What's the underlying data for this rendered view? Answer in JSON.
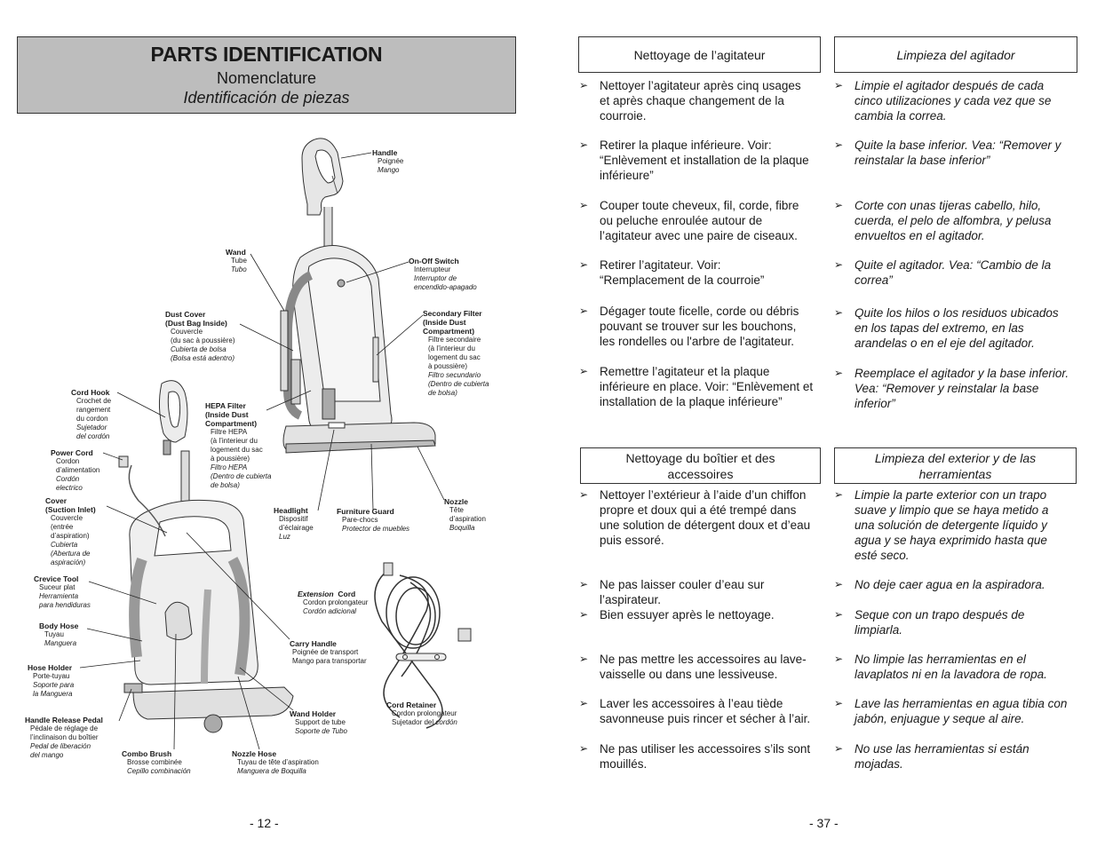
{
  "left_page": {
    "title": "PARTS IDENTIFICATION",
    "subtitle_fr": "Nomenclature",
    "subtitle_es": "Identificación de piezas",
    "page_number": "- 12 -"
  },
  "labels": {
    "handle": {
      "t": "Handle",
      "fr": "Poignée",
      "es": "Mango"
    },
    "wand": {
      "t": "Wand",
      "fr": "Tube",
      "es": "Tubo"
    },
    "onoff": {
      "t": "On-Off Switch",
      "fr": "Interrupteur",
      "es1": "Interruptor de",
      "es2": "encendido-apagado"
    },
    "dust_cover": {
      "t1": "Dust Cover",
      "t2": "(Dust Bag Inside)",
      "fr1": "Couvercle",
      "fr2": "(du sac à poussière)",
      "es1": "Cubierta de bolsa",
      "es2": "(Bolsa está adentro)"
    },
    "secondary_filter": {
      "t1": "Secondary Filter",
      "t2": "(Inside Dust",
      "t3": "Compartment)",
      "fr1": "Filtre secondaire",
      "fr2": "(à l’interieur du",
      "fr3": "logement du sac",
      "fr4": "à poussière)",
      "es1": "Filtro secundario",
      "es2": "(Dentro de cubierta",
      "es3": "de bolsa)"
    },
    "cord_hook": {
      "t": "Cord Hook",
      "fr1": "Crochet de",
      "fr2": "rangement",
      "fr3": "du cordon",
      "es1": "Sujetador",
      "es2": "del cordón"
    },
    "hepa": {
      "t1": "HEPA Filter",
      "t2": "(Inside Dust",
      "t3": "Compartment)",
      "fr1": "Filtre HEPA",
      "fr2": "(à l’interieur du",
      "fr3": "logement du sac",
      "fr4": "à poussière)",
      "es1": "Filtro HEPA",
      "es2": "(Dentro de cubierta",
      "es3": "de bolsa)"
    },
    "power_cord": {
      "t": "Power Cord",
      "fr1": "Cordon",
      "fr2": "d’alimentation",
      "es1": "Cordón",
      "es2": "electrico"
    },
    "cover": {
      "t1": "Cover",
      "t2": "(Suction Inlet)",
      "fr1": "Couvercle",
      "fr2": "(entrée",
      "fr3": "d’aspiration)",
      "es1": "Cubierta",
      "es2": "(Abertura de",
      "es3": "aspiración)"
    },
    "headlight": {
      "t": "Headlight",
      "fr1": "Dispositif",
      "fr2": "d’éclairage",
      "es": "Luz"
    },
    "furniture_guard": {
      "t": "Furniture Guard",
      "fr": "Pare-chocs",
      "es": "Protector de muebles"
    },
    "nozzle": {
      "t": "Nozzle",
      "fr1": "Tête",
      "fr2": "d’aspiration",
      "es": "Boquilla"
    },
    "crevice": {
      "t": "Crevice Tool",
      "fr": "Suceur plat",
      "es1": "Herramienta",
      "es2": "para hendiduras"
    },
    "extension": {
      "t1": "Extension",
      "t2": "Cord",
      "fr": "Cordon prolongateur",
      "es": "Cordón adicional"
    },
    "body_hose": {
      "t": "Body Hose",
      "fr": "Tuyau",
      "es": "Manguera"
    },
    "carry_handle": {
      "t": "Carry Handle",
      "fr": "Poignée de transport",
      "es": "Mango para transportar"
    },
    "hose_holder": {
      "t": "Hose Holder",
      "fr": "Porte-tuyau",
      "es1": "Soporte para",
      "es2": "la Manguera"
    },
    "cord_retainer": {
      "t": "Cord Retainer",
      "fr": "Cordon prolongateur",
      "es1": "Sujetador del",
      "es2": "cordón"
    },
    "handle_release": {
      "t": "Handle Release Pedal",
      "fr1": "Pédale de réglage de",
      "fr2": "l’inclinaison du boîtier",
      "es1": "Pedal de liberación",
      "es2": "del mango"
    },
    "wand_holder": {
      "t": "Wand Holder",
      "fr": "Support de tube",
      "es": "Soporte de Tubo"
    },
    "combo_brush": {
      "t": "Combo Brush",
      "fr": "Brosse combinée",
      "es": "Cepillo combinación"
    },
    "nozzle_hose": {
      "t": "Nozzle Hose",
      "fr": "Tuyau de tête d’aspiration",
      "es": "Manguera de Boquilla"
    }
  },
  "right_page": {
    "page_number": "- 37 -",
    "agitator": {
      "head_fr": "Nettoyage de l’agitateur",
      "head_es": "Limpieza del agitador",
      "fr": [
        [
          "Nettoyer l’agitateur après cinq usages",
          "et après chaque changement de la",
          "courroie."
        ],
        [
          "Retirer la plaque inférieure. Voir:",
          "“Enlèvement et installation de la plaque",
          "inférieure”"
        ],
        [
          "Couper toute cheveux, fil, corde, fibre",
          "ou peluche enroulée autour de",
          "l’agitateur avec une paire de ciseaux."
        ],
        [
          "Retirer l’agitateur. Voir:",
          "“Remplacement de la courroie”"
        ],
        [
          "Dégager toute ficelle, corde ou débris",
          "pouvant se trouver sur les bouchons,",
          "les rondelles ou l'arbre de l'agitateur."
        ],
        [
          "Remettre l’agitateur et la plaque",
          "inférieure en place. Voir: “Enlèvement et",
          "installation de la plaque inférieure”"
        ]
      ],
      "es": [
        [
          "Limpie el agitador después de cada",
          "cinco utilizaciones y cada vez que se",
          "cambia la correa."
        ],
        [
          "Quite la base inferior. Vea: “Remover y",
          "reinstalar la base inferior”"
        ],
        [
          "Corte con unas tijeras cabello, hilo,",
          "cuerda, el pelo de alfombra, y pelusa",
          "envueltos en el agitador."
        ],
        [
          "Quite el agitador. Vea: “Cambio de la",
          "correa”"
        ],
        [
          "Quite los hilos o los residuos ubicados",
          "en los tapas del extremo, en las",
          "arandelas o en el eje del agitador."
        ],
        [
          "Reemplace el agitador y la base inferior.",
          "Vea: “Remover y reinstalar la base",
          "inferior”"
        ]
      ]
    },
    "housing": {
      "head_fr1": "Nettoyage du boîtier et des",
      "head_fr2": "accessoires",
      "head_es1": "Limpieza del exterior y de las",
      "head_es2": "herramientas",
      "fr": [
        [
          "Nettoyer l’extérieur à l’aide d’un chiffon",
          "propre et doux qui a été trempé dans",
          "une solution de détergent doux et d’eau",
          "puis essoré."
        ],
        [
          "Ne pas laisser couler d’eau sur",
          "l’aspirateur."
        ],
        [
          "Bien essuyer après le nettoyage."
        ],
        [
          "Ne pas mettre les accessoires au lave-",
          "vaisselle ou dans une lessiveuse."
        ],
        [
          "Laver les accessoires à l’eau tiède",
          "savonneuse puis rincer et sécher à l’air."
        ],
        [
          "Ne pas utiliser les accessoires s’ils sont",
          "mouillés."
        ]
      ],
      "es": [
        [
          "Limpie la parte exterior con un trapo",
          "suave y limpio que se haya metido a",
          "una solución de detergente líquido y",
          "agua y se haya exprimido hasta que",
          "esté seco."
        ],
        [
          "No deje caer agua en la aspiradora."
        ],
        [
          "Seque con un trapo después de",
          "limpiarla."
        ],
        [
          "No limpie las herramientas en el",
          "lavaplatos ni en la lavadora de ropa."
        ],
        [
          "Lave las herramientas en agua tibia con",
          "jabón, enjuague y seque al aire."
        ],
        [
          "No use las herramientas si están",
          "mojadas."
        ]
      ]
    },
    "bullet": "➢"
  }
}
